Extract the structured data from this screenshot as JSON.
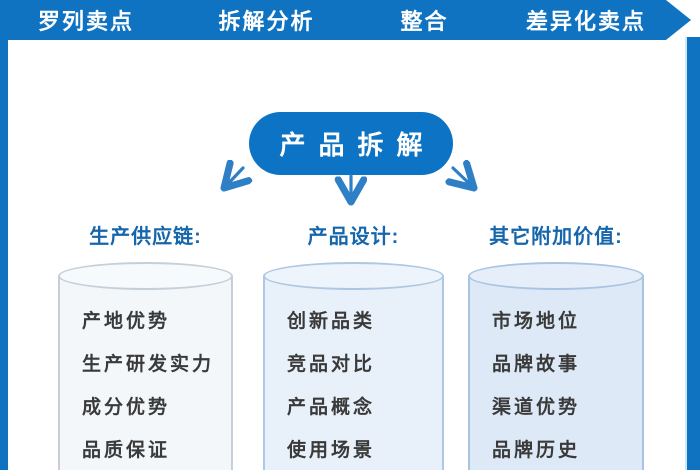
{
  "banner": {
    "steps": [
      {
        "label": "罗列卖点"
      },
      {
        "label": "拆解分析"
      },
      {
        "label": "整合"
      },
      {
        "label": "差异化卖点"
      }
    ]
  },
  "pill": {
    "label": "产品拆解"
  },
  "columns": [
    {
      "header": "生产供应链:",
      "items": [
        "产地优势",
        "生产研发实力",
        "成分优势",
        "品质保证"
      ]
    },
    {
      "header": "产品设计:",
      "items": [
        "创新品类",
        "竞品对比",
        "产品概念",
        "使用场景"
      ]
    },
    {
      "header": "其它附加价值:",
      "items": [
        "市场地位",
        "品牌故事",
        "渠道优势",
        "品牌历史"
      ]
    }
  ],
  "colors": {
    "primary_blue": "#0f73c1",
    "pill_blue": "#0d73c4",
    "arrow_blue": "#2e7fc5",
    "header_text_blue": "#1566ab",
    "item_text": "#3a3a3a",
    "cylinder1_fill": "#f3f7fa",
    "cylinder2_fill": "#e8f0fa",
    "cylinder3_fill": "#dde9f6"
  }
}
